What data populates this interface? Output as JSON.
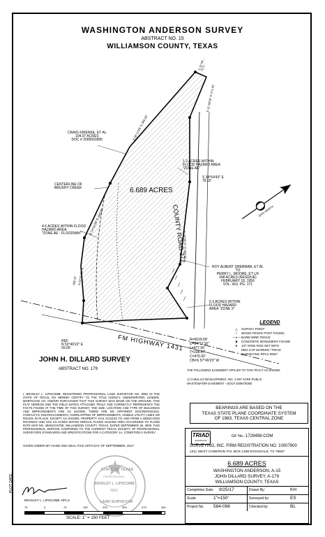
{
  "header": {
    "title": "WASHINGTON ANDERSON SURVEY",
    "abstract": "ABSTRACT NO. 15",
    "county": "WILLIAMSON COUNTY, TEXAS"
  },
  "plat": {
    "tract_area": "6.689 ACRES",
    "road_name": "COUNTY ROAD 272",
    "highway": "FM HIGHWAY 1431",
    "adjoiner_north": "CRAIG KRIENKE, ET AL\n104.07 ACRES\nDOC # 2005003585",
    "flood_zone_ae": "1.2 ACRES WITHIN\nFLOOD HAZARD AREA\n\"ZONE AE\"",
    "bearing_ne1": "S 34°54'43\" E\n78.15'",
    "creek": "CENTERLINE OF\nBRUSHY CREEK",
    "floodway": "4.6 ACRES WITHIN FLOOD\nHAZARD AREA\n\"ZONE AE - FLOODWAY\"",
    "adjoiner_east": "ROY ALBERT SHERMAN, ET AL\nTO\nPERRY L. MOORE, ET UX\n248 ACRES (RESIDUE)\nFEBRUARY 18, 1956\nVOL. 410, PG. 171",
    "flood_zone_x": "0.3 ACRES WITHIN\nFLOOD HAZARD\nAREA \"ZONE X\"",
    "curve_data": "R=5629.58'\nD=04°51'16\"\nL=477.06'\nT=238.67'\nC=476.92'\nCB=S 57°49'23\" W",
    "ref_bearing": "REF\nN 53°49'22\" E\n50.00'",
    "east_line": "N 34°08'15\" E 587.81'",
    "east_line_upper": "S 11°49'20\" E 271.42'",
    "west_line": "N 14°31'00\" E 269.98'",
    "north_line": "S 28°12'05\" E 356.69'",
    "dillard_title": "JOHN H. DILLARD SURVEY",
    "dillard_abstract": "ABSTRACT NO. 179",
    "west_bearing_1": "198.15'",
    "west_bearing_2": "N 23°31'28\" E",
    "top_label": "S 11°49'...\n71.3..."
  },
  "legend": {
    "title": "LEGEND",
    "items": [
      "SURVEY POINT",
      "WOOD FENCE POST FOUND",
      "BARB WIRE FENCE",
      "CONCRETE MONUMENT FOUND",
      "1/2\" IRON ROD SET WITH\nRED CAP MARKED \"TRIAD\nSURVEYING RPLS 5952\""
    ],
    "symbols": [
      "△",
      "+",
      "—x—",
      "■",
      "●"
    ]
  },
  "easement": {
    "heading": "THE FOLLOWING EASEMENT APPLIES TO THIS TRACT AS SHOWN:",
    "item": "1) CABALLO DEVELOPMENT, INC. 0.397 ACRE PUBLIC\nWASTEWATER EASEMENT - DOC# 2006078350"
  },
  "bearings_note": "BEARINGS ARE BASED ON THE\nTEXAS STATE PLANE COORDINATE SYSTEM\nOF 1983, TEXAS CENTRAL ZONE",
  "certification": "I, BRADLEY L. LIPSCOMB, REGISTERED PROFESSIONAL LAND SURVEYOR NO. 5952 IN THE STATE OF TEXAS, DO HEREBY CERTIFY TO THE TITLE AGENCY, UNDERWRITER, LENDER, MORTGAGE CO. AND/OR PURCHASER THAT THIS SURVEY WAS MADE ON THE GROUND. THIS PLAT HEREON AND THE FIELD NOTES ATTACHED TRULY AND CORRECTLY REPRESENTS THE FACTS FOUND AT THE TIME OF THIS SURVEY. THE SIZE, LOCATION AND TYPE OF BUILDINGS AND IMPROVEMENTS ARE AS SHOWN; THERE ARE NO APPARENT DISCREPANCIES, CONFLICTS, ENCROACHMENTS, OVERLAPPING OF IMPROVEMENTS, VISIBLE UTILITY LINES OR ROADS IN PLACE, EXCEPT AS SHOWN; PROPERTY HAS ACCESS TO AND FROM A DEDICATED ROADWAY AND HAS 3.5 ACRES WITHIN SPECIAL FLOOD HAZARD AREA ACCORDING TO FLOOD RATE MAP NO. 48491C0470E, WILLIAMSON COUNTY, TEXAS, DATED SEPTEMBER 26, 2008. THIS PROFESSIONAL SERVICE CONFORMS TO THE CURRENT TEXAS SOCIETY OF PROFESSIONAL SURVEYORS STANDARDS AND SPECIFICATIONS FOR A CATEGORY 1A, CONDITION II SURVEY.",
  "given": "GIVEN UNDER MY HAND AND SEAL THIS 25th DAY OF SEPTEMBER, 2017.",
  "signer": "BRADLEY L. LIPSCOMB, RPLS",
  "seal": {
    "top": "STATE OF TEXAS",
    "name": "BRADLEY L. LIPSCOMB",
    "number": "5952",
    "bottom": "LAND SURVEYOR",
    "ring": "PROFESSIONAL"
  },
  "plot_date_label": "PLOT DATE:",
  "scale_bar": {
    "ticks": [
      "75",
      "0",
      "75",
      "150",
      "225",
      "300",
      "375",
      "450"
    ],
    "label": "SCALE: 1\" = 150 FEET"
  },
  "company": {
    "logo": "TRIAD",
    "logo_sub": "SURVEYING",
    "firm": "SURVEYING, INC. FIRM REGISTRATION NO. 10007900",
    "address": "1311 WEST CAMERON  P.O. BOX 1489  ROCKDALE, TX  76567",
    "gf_label": "GF No.:",
    "gf_no": "1729458-COM"
  },
  "title_block": {
    "acres": "6.689 ACRES",
    "line1": "WASHINGTON ANDERSON, A-15",
    "line2": "JOHN DILLARD SURVEY, A-179",
    "line3": "WILLIAMSON COUNTY, TEXAS",
    "rows": [
      {
        "l1": "Completion Date:",
        "v1": "9/25/17",
        "l2": "Drawn By:",
        "v2": "KH"
      },
      {
        "l1": "Scale:",
        "v1": "1\"=150'",
        "l2": "Surveyed by:",
        "v2": "ES"
      },
      {
        "l1": "Project No.",
        "v1": "584-098",
        "l2": "Checked by:",
        "v2": "BL"
      }
    ]
  },
  "north_arrow_label": "GRID NORTH"
}
